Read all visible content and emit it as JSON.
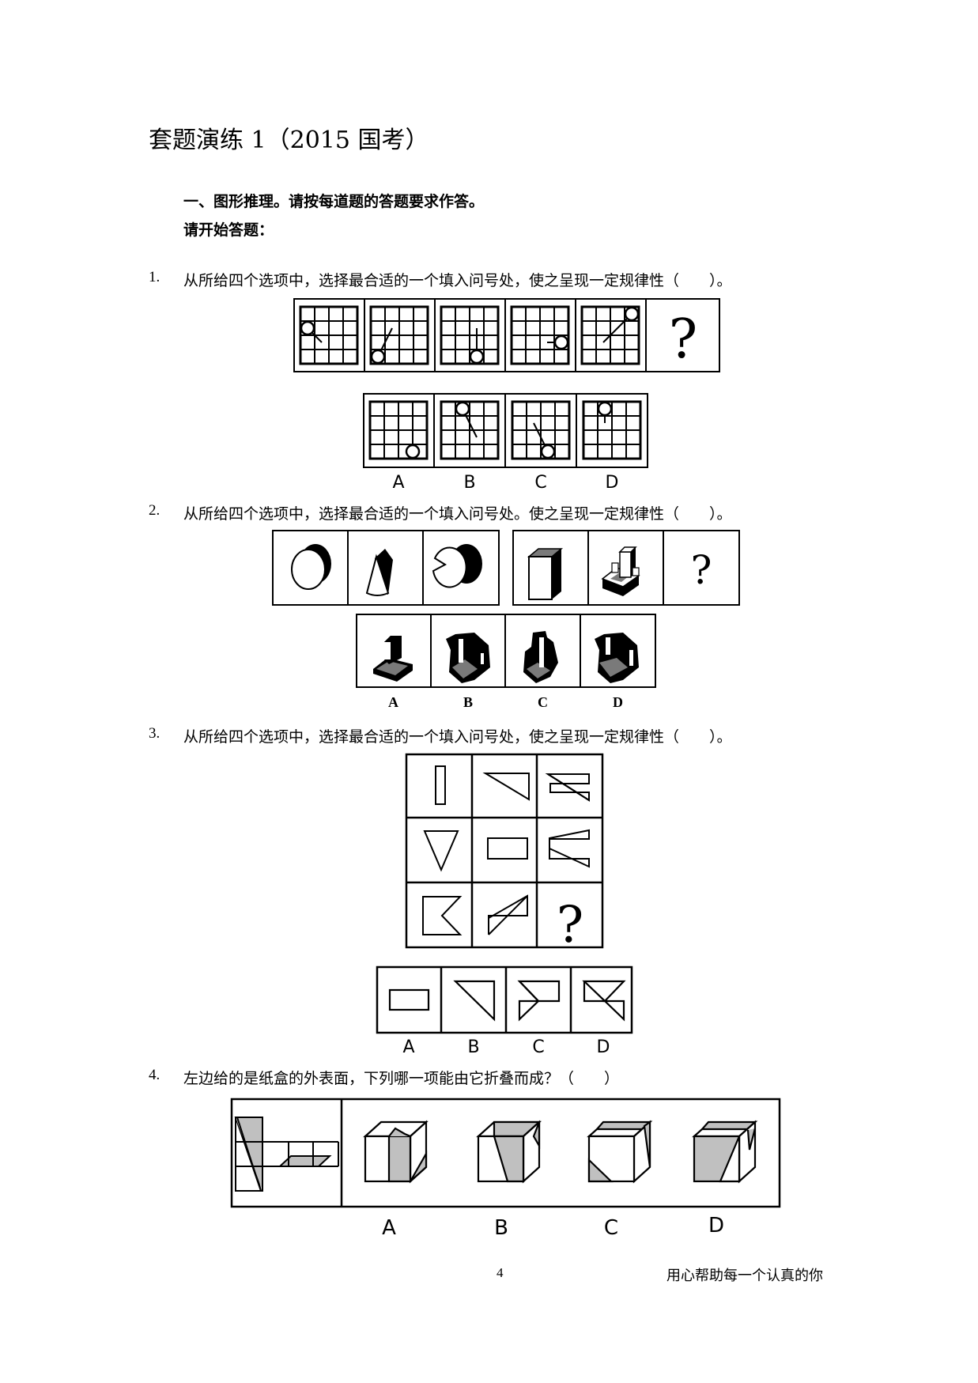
{
  "document": {
    "title": "套题演练 1（2015 国考）",
    "section_heading": "一、图形推理。请按每道题的答题要求作答。",
    "section_instruction": "请开始答题：",
    "questions": [
      {
        "number": "1.",
        "prompt": "从所给四个选项中，选择最合适的一个填入问号处，使之呈现一定规律性（　　）。",
        "sequence": [
          "grid-circle-1",
          "grid-circle-2",
          "grid-circle-3",
          "grid-circle-4",
          "grid-circle-5",
          "?"
        ],
        "options": [
          "A",
          "B",
          "C",
          "D"
        ]
      },
      {
        "number": "2.",
        "prompt": "从所给四个选项中，选择最合适的一个填入问号处。使之呈现一定规律性（　　）。",
        "sequence_left": [
          "circle-solid",
          "cone-solid",
          "pacman-solid"
        ],
        "sequence_right": [
          "cube",
          "stepped-block",
          "?"
        ],
        "options": [
          "A",
          "B",
          "C",
          "D"
        ]
      },
      {
        "number": "3.",
        "prompt": "从所给四个选项中，选择最合适的一个填入问号处，使之呈现一定规律性（　　）。",
        "grid_question_mark": "?",
        "options": [
          "A",
          "B",
          "C",
          "D"
        ]
      },
      {
        "number": "4.",
        "prompt": "左边给的是纸盒的外表面，下列哪一项能由它折叠而成？（　　）",
        "options": [
          "A",
          "B",
          "C",
          "D"
        ]
      }
    ]
  },
  "footer": {
    "page_number": "4",
    "slogan": "用心帮助每一个认真的你"
  },
  "colors": {
    "ink": "#000000",
    "shade": "#c0c0c0",
    "dark_shade": "#7a7a7a",
    "paper": "#ffffff"
  }
}
